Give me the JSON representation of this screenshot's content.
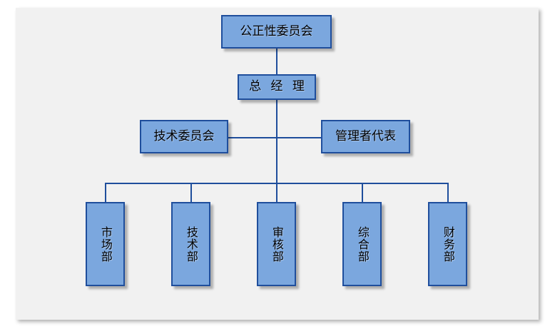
{
  "chart_data": {
    "type": "diagram",
    "diagram_type": "organization-chart",
    "title": "",
    "theme": {
      "canvas_background": "#f1f1f1",
      "node_fill": "#7BA7DE",
      "node_border": "#1F4E9C",
      "connector_color": "#1F4E9C",
      "text_color": "#000000",
      "page_background": "#ffffff"
    },
    "nodes": [
      {
        "id": "n1",
        "label": "公正性委员会",
        "level": 0,
        "orientation": "horizontal"
      },
      {
        "id": "n2",
        "label": "总 经 理",
        "level": 1,
        "orientation": "horizontal"
      },
      {
        "id": "n3",
        "label": "技术委员会",
        "level": 2,
        "orientation": "horizontal"
      },
      {
        "id": "n4",
        "label": "管理者代表",
        "level": 2,
        "orientation": "horizontal"
      },
      {
        "id": "n5",
        "label": "市场部",
        "level": 3,
        "orientation": "vertical"
      },
      {
        "id": "n6",
        "label": "技术部",
        "level": 3,
        "orientation": "vertical"
      },
      {
        "id": "n7",
        "label": "审核部",
        "level": 3,
        "orientation": "vertical"
      },
      {
        "id": "n8",
        "label": "综合部",
        "level": 3,
        "orientation": "vertical"
      },
      {
        "id": "n9",
        "label": "财务部",
        "level": 3,
        "orientation": "vertical"
      }
    ],
    "edges": [
      {
        "from": "n1",
        "to": "n2"
      },
      {
        "from": "n2",
        "to": "n3"
      },
      {
        "from": "n2",
        "to": "n4"
      },
      {
        "from": "n2",
        "to": "n5"
      },
      {
        "from": "n2",
        "to": "n6"
      },
      {
        "from": "n2",
        "to": "n7"
      },
      {
        "from": "n2",
        "to": "n8"
      },
      {
        "from": "n2",
        "to": "n9"
      }
    ]
  },
  "chart": {
    "node_committee": "公正性委员会",
    "node_general_manager": "总 经 理",
    "node_tech_committee": "技术委员会",
    "node_management_rep": "管理者代表",
    "node_marketing_dept": "市场部",
    "node_technology_dept": "技术部",
    "node_audit_dept": "审核部",
    "node_general_affairs_dept": "综合部",
    "node_finance_dept": "财务部"
  }
}
